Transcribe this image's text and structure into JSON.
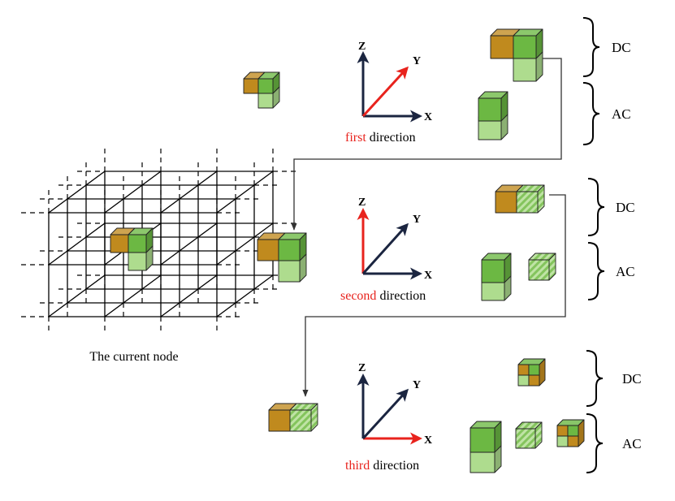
{
  "caption": "The current node",
  "axes": {
    "x": "X",
    "y": "Y",
    "z": "Z"
  },
  "panels": [
    {
      "word": "first",
      "suffix": " direction",
      "dc_label": "DC",
      "ac_label": "AC"
    },
    {
      "word": "second",
      "suffix": " direction",
      "dc_label": "DC",
      "ac_label": "AC"
    },
    {
      "word": "third",
      "suffix": " direction",
      "dc_label": "DC",
      "ac_label": "AC"
    }
  ],
  "colors": {
    "highlight": "#e8231d",
    "axis": "#1b2540",
    "brown": "#c08a1e",
    "green": "#6cb843",
    "light_green": "#aedc8e",
    "lines": "#000000"
  }
}
